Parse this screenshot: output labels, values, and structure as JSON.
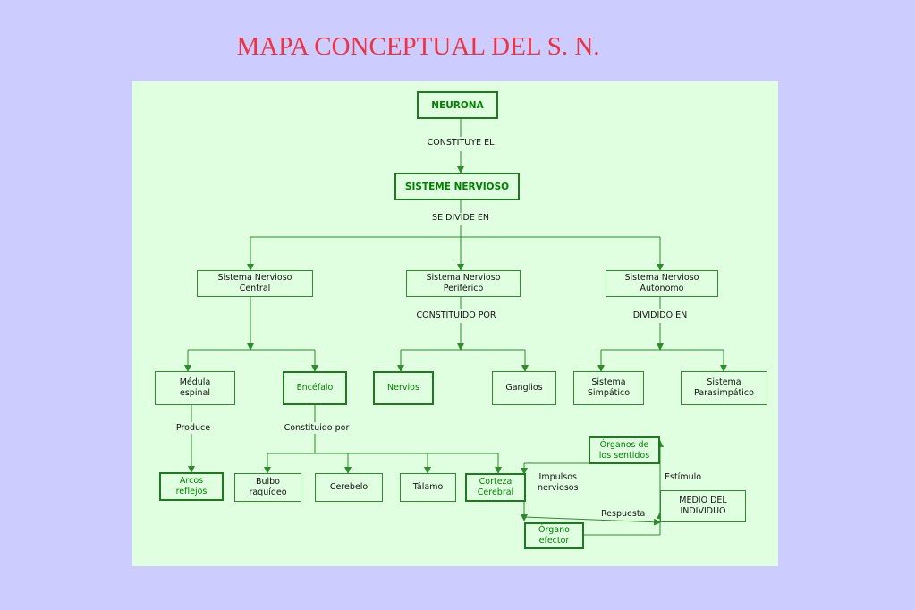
{
  "title": "MAPA CONCEPTUAL DEL S. N.",
  "nodes": {
    "neurona": "NEURONA",
    "sistema_nervioso": "SISTEME NERVIOSO",
    "snc": "Sistema Nervioso\nCentral",
    "snp": "Sistema Nervioso\nPeriférico",
    "sna": "Sistema Nervioso\nAutónomo",
    "medula": "Médula\nespinal",
    "encefalo": "Encéfalo",
    "nervios": "Nervios",
    "ganglios": "Ganglios",
    "simpatico": "Sistema\nSimpático",
    "parasimpatico": "Sistema\nParasimpático",
    "arcos": "Arcos\nreflejos",
    "bulbo": "Bulbo\nraquídeo",
    "cerebelo": "Cerebelo",
    "talamo": "Tálamo",
    "corteza": "Corteza\nCerebral",
    "organos": "Órganos de\nlos sentidos",
    "impulsos": "Impulsos\nnerviosos",
    "organo_efector": "Órgano\nefector",
    "medio": "MEDIO DEL\nINDIVIDUO"
  },
  "links": {
    "constituye": "CONSTITUYE EL",
    "divide": "SE DIVIDE EN",
    "constituido_mayus": "CONSTITUIDO POR",
    "dividido": "DIVIDIDO EN",
    "produce": "Produce",
    "constituido": "Constituido por",
    "estimulo": "Estímulo",
    "respuesta": "Respuesta"
  },
  "colors": {
    "background": "#ccccff",
    "panel": "#e0ffe0",
    "title": "#ee3344",
    "line": "#2e8b2e",
    "highlight": "#008000"
  }
}
